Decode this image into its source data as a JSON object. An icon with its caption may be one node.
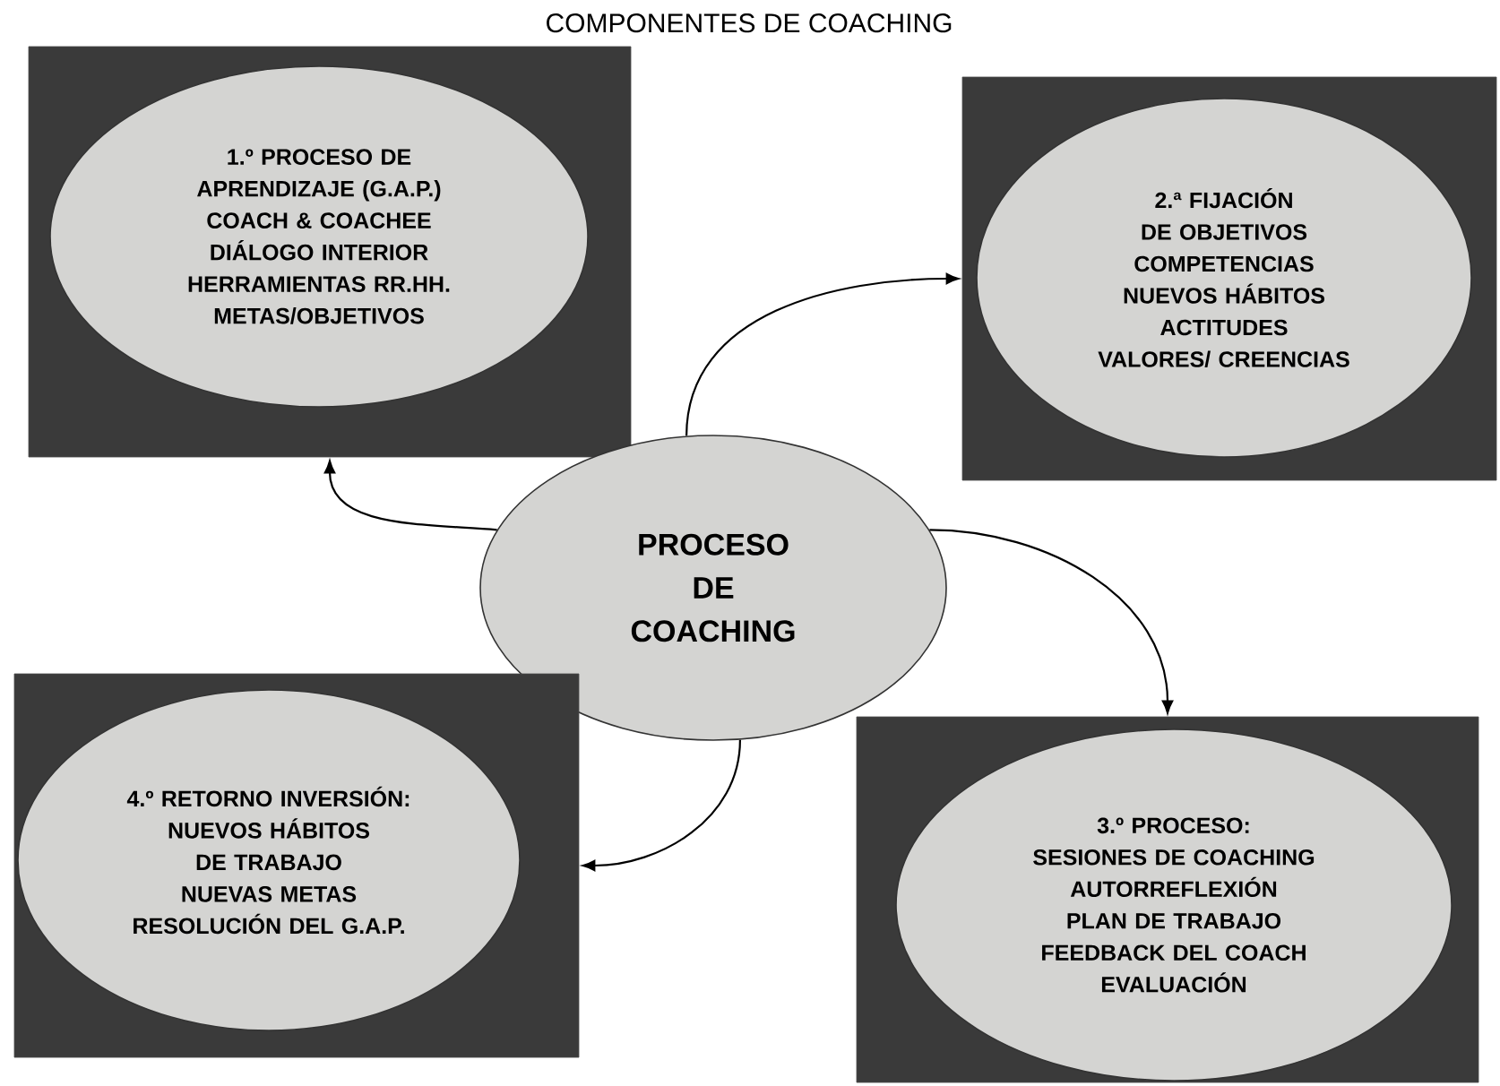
{
  "diagram": {
    "title": "COMPONENTES DE COACHING",
    "nodes": [
      {
        "text": [
          "1.º PROCESO DE APRENDIZAJE (G.A.P.)",
          "COACH & COACHEE",
          "DIÁLOGO INTERIOR",
          "HERRAMIENTAS RR.HH.",
          "METAS/OBJETIVOS"
        ]
      },
      {
        "text": [
          "2.ª FIJACIÓN DE OBJETIVOS",
          "COMPETENCIAS",
          "NUEVOS HÁBITOS",
          "ACTITUDES",
          "VALORES/ CREENCIAS"
        ]
      },
      {
        "text": [
          "PROCESO DE COACHING"
        ]
      },
      {
        "text": [
          "4.º RETORNO INVERSIÓN:",
          "NUEVOS HÁBITOS DE TRABAJO",
          "NUEVAS METAS",
          "RESOLUCIÓN DEL G.A.P."
        ]
      },
      {
        "text": [
          "3.º PROCESO:",
          "SESIONES DE COACHING",
          "AUTORREFLEXIÓN",
          "PLAN DE TRABAJO",
          "FEEDBACK DEL COACH",
          "EVALUACIÓN"
        ]
      }
    ],
    "edges": [
      {
        "from": 2,
        "to": 0,
        "arrow": "to"
      },
      {
        "from": 2,
        "to": 1,
        "arrow": "to"
      },
      {
        "from": 2,
        "to": 4,
        "arrow": "to"
      },
      {
        "from": 2,
        "to": 3,
        "arrow": "to"
      }
    ]
  }
}
